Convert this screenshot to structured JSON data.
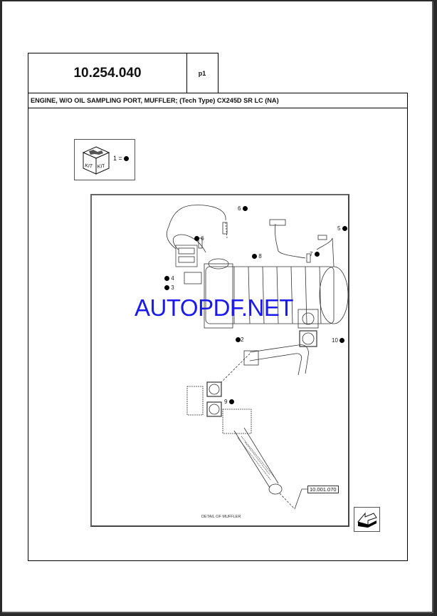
{
  "document": {
    "section_code": "10.254.040",
    "page_label": "p1",
    "title": "ENGINE, W/O OIL SAMPLING PORT, MUFFLER; (Tech Type) CX245D SR LC (NA)"
  },
  "kit_legend": {
    "icon": "kit-box-icon",
    "kit_text": "KIT",
    "label": "1 ="
  },
  "diagram": {
    "caption": "DETAIL OF MUFFLER",
    "reference_link": "10.001.070",
    "callouts": [
      {
        "id": "6a",
        "label": "6"
      },
      {
        "id": "6b",
        "label": "6"
      },
      {
        "id": "5",
        "label": "5"
      },
      {
        "id": "8",
        "label": "8"
      },
      {
        "id": "7",
        "label": "7"
      },
      {
        "id": "4",
        "label": "4"
      },
      {
        "id": "3",
        "label": "3"
      },
      {
        "id": "2",
        "label": "2"
      },
      {
        "id": "10",
        "label": "10"
      },
      {
        "id": "9",
        "label": "9"
      }
    ]
  },
  "watermark": "AUTOPDF.NET",
  "navigation": {
    "return_icon": "return-arrow-icon"
  },
  "colors": {
    "watermark": "#1a1aee",
    "frame": "#000000",
    "background": "#2a2a2a"
  }
}
